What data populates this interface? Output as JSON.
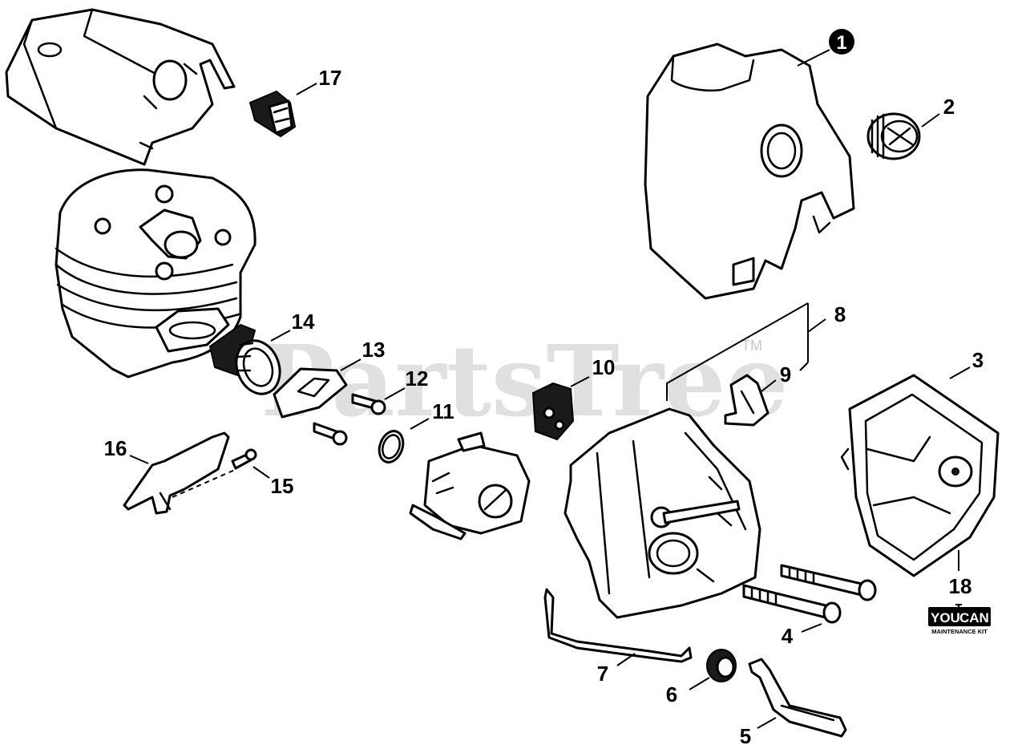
{
  "watermark": {
    "text": "PartsTree",
    "trademark": "TM"
  },
  "callouts": {
    "c1": "1",
    "c2": "2",
    "c3": "3",
    "c4": "4",
    "c5": "5",
    "c6": "6",
    "c7": "7",
    "c8": "8",
    "c9": "9",
    "c10": "10",
    "c11": "11",
    "c12": "12",
    "c13": "13",
    "c14": "14",
    "c15": "15",
    "c16": "16",
    "c17": "17",
    "c18": "18"
  },
  "kit_logo": {
    "word1": "YOU",
    "word2": "CAN",
    "subtitle": "MAINTENANCE KIT"
  },
  "colors": {
    "ink": "#000000",
    "watermark": "#c8c8c8",
    "paper": "#ffffff"
  }
}
